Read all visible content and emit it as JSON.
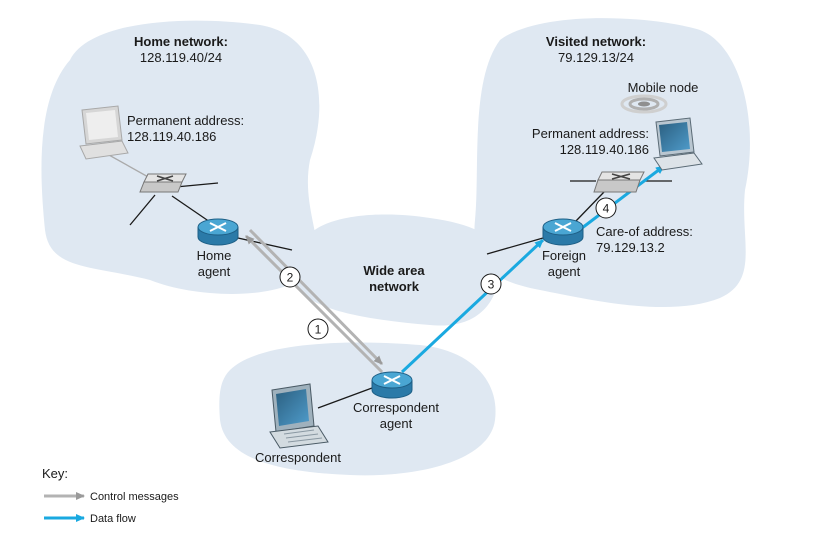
{
  "home_network": {
    "title": "Home network:",
    "subnet": "128.119.40/24"
  },
  "visited_network": {
    "title": "Visited network:",
    "subnet": "79.129.13/24"
  },
  "wide_area": {
    "line1": "Wide area",
    "line2": "network"
  },
  "home_laptop": {
    "label": "Permanent address:",
    "address": "128.119.40.186"
  },
  "home_agent": {
    "line1": "Home",
    "line2": "agent"
  },
  "mobile_node": {
    "label": "Mobile node",
    "perm_label": "Permanent address:",
    "perm_address": "128.119.40.186"
  },
  "foreign_agent": {
    "line1": "Foreign",
    "line2": "agent",
    "coa_label": "Care-of address:",
    "coa_address": "79.129.13.2"
  },
  "correspondent_agent": {
    "line1": "Correspondent",
    "line2": "agent"
  },
  "correspondent": {
    "label": "Correspondent"
  },
  "steps": [
    "1",
    "2",
    "3",
    "4"
  ],
  "key": {
    "title": "Key:",
    "control": "Control messages",
    "data": "Data flow"
  },
  "colors": {
    "cloud": "#dfe8f2",
    "router": "#3f97c4",
    "control": "#b3b3b3",
    "data": "#1aa9e0"
  }
}
